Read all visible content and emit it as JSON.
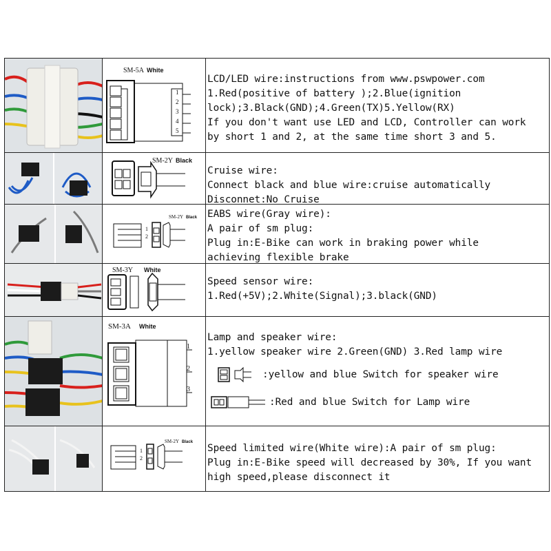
{
  "rows": [
    {
      "connector_label": "SM-5A",
      "connector_color": "White",
      "pin_numbers": [
        "1",
        "2",
        "3",
        "4",
        "5"
      ],
      "lines": [
        "LCD/LED wire:instructions from www.pswpower.com",
        "1.Red(positive of battery );2.Blue(ignition",
        "lock);3.Black(GND);4.Green(TX)5.Yellow(RX)",
        "If you don't want use LED and LCD, Controller can work",
        "by short 1 and 2, at the same time short 3 and 5."
      ]
    },
    {
      "connector_label": "SM-2Y",
      "connector_color": "Black",
      "lines": [
        "Cruise wire:",
        "Connect black and blue wire:cruise automatically",
        "Disconnet:No Cruise"
      ]
    },
    {
      "connector_label": "SM-2Y",
      "connector_color": "Black",
      "pin_numbers": [
        "1",
        "2"
      ],
      "lines": [
        "EABS wire(Gray wire):",
        "A pair of sm plug:",
        "Plug in:E-Bike can work in braking power while",
        "achieving flexible brake"
      ]
    },
    {
      "connector_label": "SM-3Y",
      "connector_color": "White",
      "lines": [
        "Speed sensor wire:",
        "1.Red(+5V);2.White(Signal);3.black(GND)"
      ]
    },
    {
      "connector_label": "SM-3A",
      "connector_color": "White",
      "pin_numbers": [
        "1",
        "2",
        "3"
      ],
      "lines": [
        "Lamp and speaker wire:",
        "1.yellow speaker wire 2.Green(GND) 3.Red lamp wire"
      ],
      "switch_lines": [
        ":yellow and blue Switch for speaker wire",
        ":Red and blue Switch for Lamp wire"
      ]
    },
    {
      "connector_label": "SM-2Y",
      "connector_color": "Black",
      "pin_numbers": [
        "1",
        "2"
      ],
      "lines": [
        "Speed limited wire(White wire):A pair of sm plug:",
        "Plug in:E-Bike speed will decreased by 30%, If you want",
        "high speed,please disconnect it"
      ]
    }
  ],
  "colors": {
    "border": "#222222",
    "wire_red": "#d8201c",
    "wire_blue": "#1e5bc6",
    "wire_black": "#111111",
    "wire_green": "#2f9a3a",
    "wire_yellow": "#e8c21c",
    "wire_gray": "#7a7a7a",
    "housing_white": "#efeee8",
    "housing_black": "#1b1b1b"
  }
}
